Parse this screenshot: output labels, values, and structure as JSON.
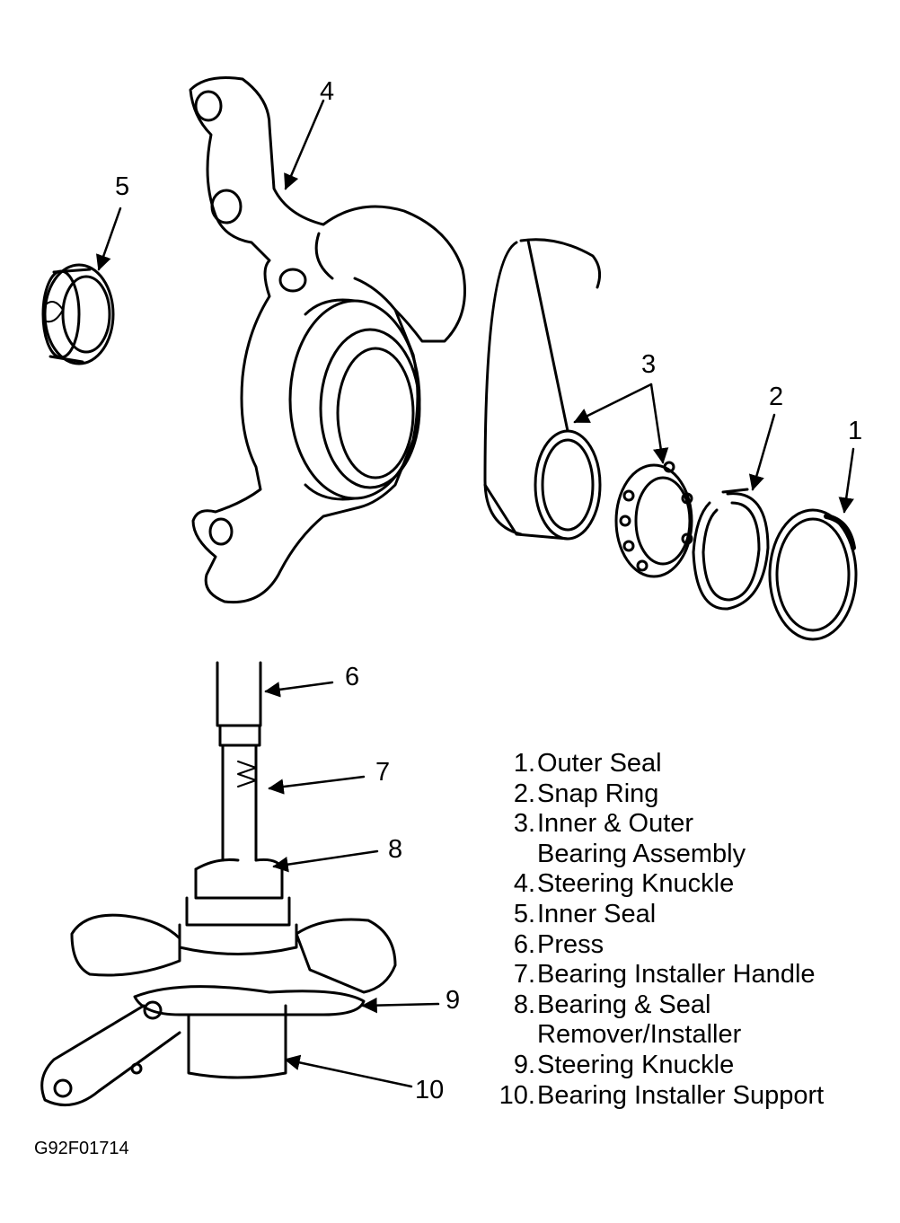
{
  "callouts": {
    "c1": "1",
    "c2": "2",
    "c3": "3",
    "c4": "4",
    "c5": "5",
    "c6": "6",
    "c7": "7",
    "c8": "8",
    "c9": "9",
    "c10": "10"
  },
  "legend": [
    {
      "num": "1.",
      "lines": [
        "Outer Seal"
      ]
    },
    {
      "num": "2.",
      "lines": [
        "Snap Ring"
      ]
    },
    {
      "num": "3.",
      "lines": [
        "Inner & Outer",
        "Bearing Assembly"
      ]
    },
    {
      "num": "4.",
      "lines": [
        "Steering Knuckle"
      ]
    },
    {
      "num": "5.",
      "lines": [
        "Inner Seal"
      ]
    },
    {
      "num": "6.",
      "lines": [
        "Press"
      ]
    },
    {
      "num": "7.",
      "lines": [
        "Bearing Installer Handle"
      ]
    },
    {
      "num": "8.",
      "lines": [
        "Bearing & Seal",
        "Remover/Installer"
      ]
    },
    {
      "num": "9.",
      "lines": [
        "Steering Knuckle"
      ]
    },
    {
      "num": "10.",
      "lines": [
        "Bearing Installer Support"
      ]
    }
  ],
  "figure_id": "G92F01714"
}
